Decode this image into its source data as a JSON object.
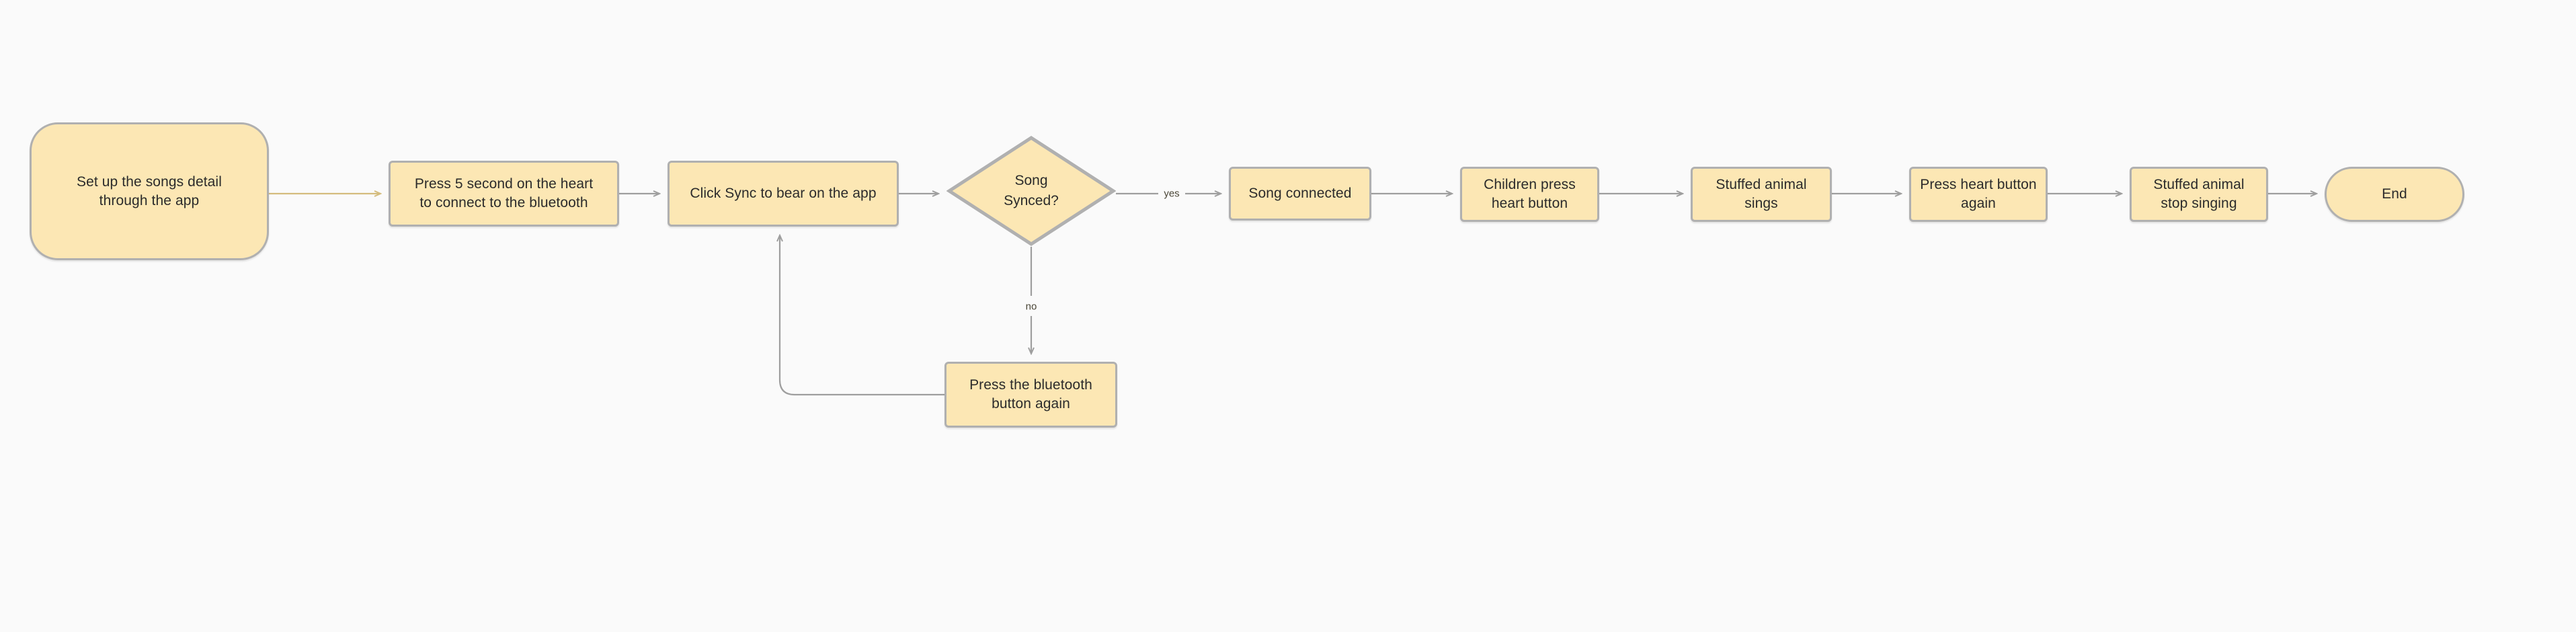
{
  "diagram": {
    "type": "flowchart",
    "title": "",
    "background_color": "#fafafa",
    "node_fill": "#fce7b4",
    "node_stroke": "#b0b0b0",
    "edge_color": "#9e9e9e",
    "start_edge_color": "#d4bc7d",
    "text_color": "#2b2b2b"
  },
  "nodes": [
    {
      "id": "start",
      "shape": "terminator",
      "label": "Set up the songs detail\nthrough the app"
    },
    {
      "id": "press5",
      "shape": "process",
      "label": "Press 5 second on the heart\nto connect to the bluetooth"
    },
    {
      "id": "sync",
      "shape": "process",
      "label": "Click Sync to bear on the app"
    },
    {
      "id": "decision",
      "shape": "diamond",
      "label": "Song\nSynced?"
    },
    {
      "id": "connected",
      "shape": "process",
      "label": "Song connected"
    },
    {
      "id": "childpress",
      "shape": "process",
      "label": "Children press\nheart button"
    },
    {
      "id": "sings",
      "shape": "process",
      "label": "Stuffed animal\nsings"
    },
    {
      "id": "pressagain",
      "shape": "process",
      "label": "Press heart button\nagain"
    },
    {
      "id": "stopsinging",
      "shape": "process",
      "label": "Stuffed animal\nstop singing"
    },
    {
      "id": "end",
      "shape": "terminator",
      "label": "End"
    },
    {
      "id": "bluetooth",
      "shape": "process",
      "label": "Press the bluetooth\nbutton again"
    }
  ],
  "edges": [
    {
      "from": "start",
      "to": "press5",
      "label": ""
    },
    {
      "from": "press5",
      "to": "sync",
      "label": ""
    },
    {
      "from": "sync",
      "to": "decision",
      "label": ""
    },
    {
      "from": "decision",
      "to": "connected",
      "label": "yes"
    },
    {
      "from": "decision",
      "to": "bluetooth",
      "label": "no"
    },
    {
      "from": "bluetooth",
      "to": "sync",
      "label": ""
    },
    {
      "from": "connected",
      "to": "childpress",
      "label": ""
    },
    {
      "from": "childpress",
      "to": "sings",
      "label": ""
    },
    {
      "from": "sings",
      "to": "pressagain",
      "label": ""
    },
    {
      "from": "pressagain",
      "to": "stopsinging",
      "label": ""
    },
    {
      "from": "stopsinging",
      "to": "end",
      "label": ""
    }
  ],
  "edge_labels": {
    "yes": "yes",
    "no": "no"
  }
}
